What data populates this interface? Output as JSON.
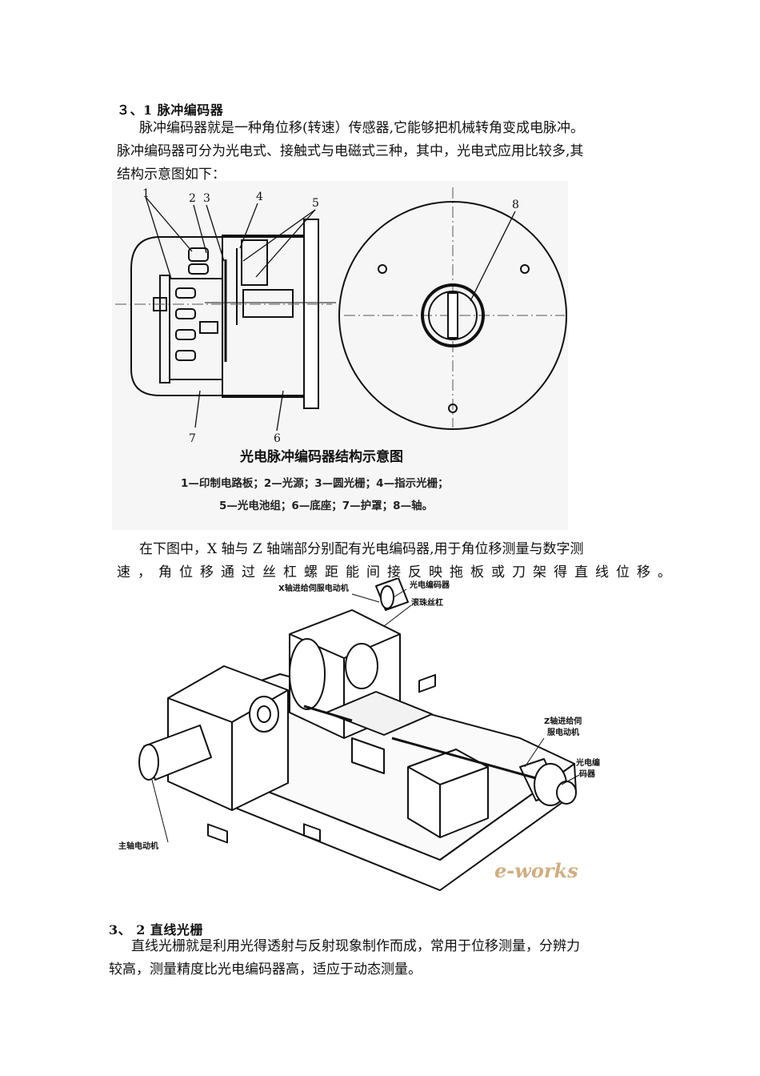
{
  "section1": {
    "heading": "３、1 脉冲编码器",
    "para1": [
      "脉冲编码器就是一种角位移(转速）传感器,它能够把机械转角变成电脉冲。",
      "脉冲编码器可分为光电式、接触式与电磁式三种，其中，光电式应用比较多,其",
      "结构示意图如下："
    ]
  },
  "figure1": {
    "caption": "光电脉冲编码器结构示意图",
    "legend_line1": "1—印制电路板；2—光源；3—圆光栅；4—指示光栅；",
    "legend_line2": "5—光电池组；6—底座；7—护罩；8—轴。",
    "callouts": [
      "1",
      "2",
      "3",
      "4",
      "5",
      "6",
      "7",
      "8"
    ]
  },
  "para2": [
    "在下图中，X 轴与 Z 轴端部分别配有光电编码器,用于角位移测量与数字测",
    "速，角位移通过丝杠螺距能间接反映拖板或刀架得直线位移。"
  ],
  "figure2": {
    "labels": {
      "x_servo": "X轴进给伺服电动机",
      "encoder_top": "光电编码器",
      "ball_screw": "滚珠丝杠",
      "z_servo_1": "Z轴进给伺",
      "z_servo_2": "服电动机",
      "encoder_right_1": "光电编",
      "encoder_right_2": "码器",
      "spindle_motor": "主轴电动机"
    },
    "watermark": "e-works"
  },
  "section2": {
    "heading": "3、 2  直线光栅",
    "para": [
      "直线光栅就是利用光得透射与反射现象制作而成，常用于位移测量，分辨力",
      "较高，测量精度比光电编码器高，适应于动态测量。"
    ]
  }
}
